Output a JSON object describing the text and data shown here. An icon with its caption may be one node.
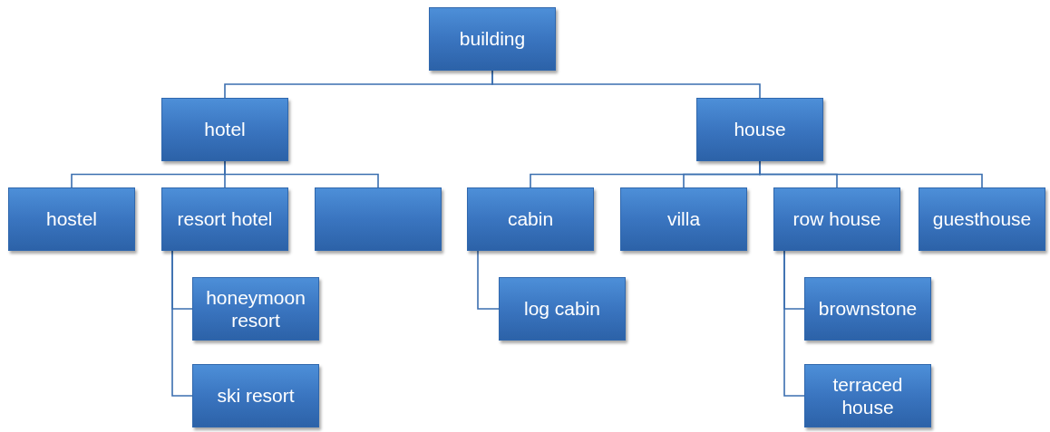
{
  "diagram": {
    "nodes": [
      {
        "text": [
          "building"
        ]
      },
      {
        "text": [
          "hotel"
        ]
      },
      {
        "text": [
          "house"
        ]
      },
      {
        "text": [
          "hostel"
        ]
      },
      {
        "text": [
          "resort hotel"
        ]
      },
      {
        "text": [],
        "shape": "box"
      },
      {
        "text": [
          "cabin"
        ]
      },
      {
        "text": [
          "villa"
        ]
      },
      {
        "text": [
          "row house"
        ]
      },
      {
        "text": [
          "guesthouse"
        ]
      },
      {
        "text": [
          "honeymoon resort"
        ]
      },
      {
        "text": [
          "ski resort"
        ]
      },
      {
        "text": [
          "log cabin"
        ]
      },
      {
        "text": [
          "brownstone"
        ]
      },
      {
        "text": [
          "terraced house"
        ]
      }
    ],
    "edges": [
      {
        "from": 0,
        "to": 1,
        "arrow": "none"
      },
      {
        "from": 0,
        "to": 2,
        "arrow": "none"
      },
      {
        "from": 1,
        "to": 3,
        "arrow": "none"
      },
      {
        "from": 1,
        "to": 4,
        "arrow": "none"
      },
      {
        "from": 1,
        "to": 5,
        "arrow": "none"
      },
      {
        "from": 2,
        "to": 6,
        "arrow": "none"
      },
      {
        "from": 2,
        "to": 7,
        "arrow": "none"
      },
      {
        "from": 2,
        "to": 8,
        "arrow": "none"
      },
      {
        "from": 2,
        "to": 9,
        "arrow": "none"
      },
      {
        "from": 4,
        "to": 10,
        "arrow": "none"
      },
      {
        "from": 4,
        "to": 11,
        "arrow": "none"
      },
      {
        "from": 6,
        "to": 12,
        "arrow": "none"
      },
      {
        "from": 8,
        "to": 13,
        "arrow": "none"
      },
      {
        "from": 8,
        "to": 14,
        "arrow": "none"
      }
    ]
  }
}
